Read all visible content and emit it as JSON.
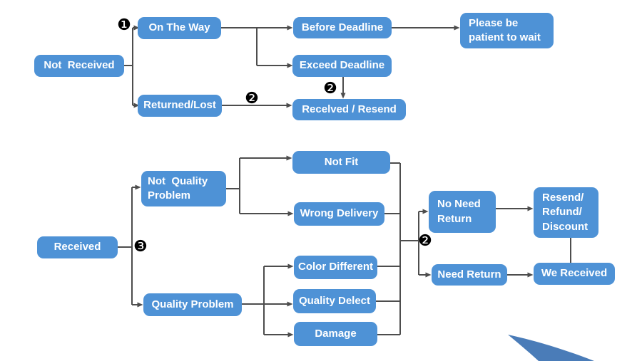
{
  "colors": {
    "node_fill": "#4e92d6",
    "node_text": "#ffffff",
    "line": "#4d4d4d",
    "badge": "#000000",
    "swoosh": "#4a7cb8"
  },
  "nodes": {
    "not_received": {
      "label": "Not  Received"
    },
    "on_the_way": {
      "label": "On The Way"
    },
    "returned_lost": {
      "label": "Returned/Lost"
    },
    "before_deadline": {
      "label": "Before Deadline"
    },
    "exceed_deadline": {
      "label": "Exceed Deadline"
    },
    "received_resend": {
      "label": "Recelved / Resend"
    },
    "please_wait": {
      "label": "Please be\npatient to wait"
    },
    "received": {
      "label": "Received"
    },
    "not_quality_problem": {
      "label": "Not  Quality\nProblem"
    },
    "quality_problem": {
      "label": "Quality Problem"
    },
    "not_fit": {
      "label": "Not Fit"
    },
    "wrong_delivery": {
      "label": "Wrong Delivery"
    },
    "color_different": {
      "label": "Color Different"
    },
    "quality_delect": {
      "label": "Quality Delect"
    },
    "damage": {
      "label": "Damage"
    },
    "no_need_return": {
      "label": "No Need\nReturn"
    },
    "need_return": {
      "label": "Need Return"
    },
    "resend_refund_discount": {
      "label": "Resend/\nRefund/\nDiscount"
    },
    "we_received": {
      "label": "We Received"
    }
  },
  "badges": [
    {
      "symbol": "❶"
    },
    {
      "symbol": "❷"
    },
    {
      "symbol": "❷"
    },
    {
      "symbol": "❸"
    },
    {
      "symbol": "❷"
    }
  ],
  "edges": [
    {
      "from": [
        "not_received"
      ],
      "to": [
        "on_the_way",
        "returned_lost"
      ]
    },
    {
      "from": [
        "on_the_way"
      ],
      "to": [
        "before_deadline",
        "exceed_deadline"
      ]
    },
    {
      "from": [
        "before_deadline"
      ],
      "to": [
        "please_wait"
      ]
    },
    {
      "from": [
        "exceed_deadline",
        "returned_lost"
      ],
      "to": [
        "received_resend"
      ]
    },
    {
      "from": [
        "received"
      ],
      "to": [
        "not_quality_problem",
        "quality_problem"
      ]
    },
    {
      "from": [
        "not_quality_problem"
      ],
      "to": [
        "not_fit",
        "wrong_delivery"
      ]
    },
    {
      "from": [
        "quality_problem"
      ],
      "to": [
        "color_different",
        "quality_delect",
        "damage"
      ]
    },
    {
      "from": [
        "not_fit",
        "wrong_delivery",
        "color_different",
        "quality_delect",
        "damage"
      ],
      "to": [
        "no_need_return",
        "need_return"
      ]
    },
    {
      "from": [
        "no_need_return"
      ],
      "to": [
        "resend_refund_discount"
      ]
    },
    {
      "from": [
        "need_return"
      ],
      "to": [
        "we_received"
      ]
    },
    {
      "from": [
        "resend_refund_discount"
      ],
      "to": [
        "we_received"
      ]
    }
  ]
}
